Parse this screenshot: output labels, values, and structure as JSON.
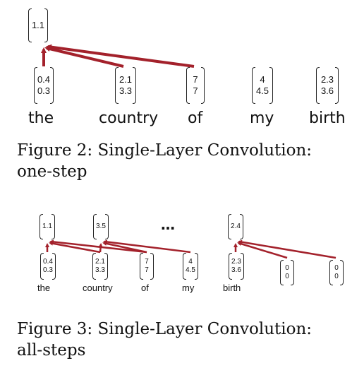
{
  "figure2": {
    "output": [
      "1.1"
    ],
    "inputs": [
      {
        "word": "the",
        "vector": [
          "0.4",
          "0.3"
        ]
      },
      {
        "word": "country",
        "vector": [
          "2.1",
          "3.3"
        ]
      },
      {
        "word": "of",
        "vector": [
          "7",
          "7"
        ]
      },
      {
        "word": "my",
        "vector": [
          "4",
          "4.5"
        ]
      },
      {
        "word": "birth",
        "vector": [
          "2.3",
          "3.6"
        ]
      }
    ],
    "caption_line1": "Figure 2: Single-Layer Convolution:",
    "caption_line2": "one-step"
  },
  "figure3": {
    "outputs": [
      "1.1",
      "3.5",
      "2.4"
    ],
    "ellipsis": "…",
    "inputs": [
      {
        "word": "the",
        "vector": [
          "0.4",
          "0.3"
        ]
      },
      {
        "word": "country",
        "vector": [
          "2.1",
          "3.3"
        ]
      },
      {
        "word": "of",
        "vector": [
          "7",
          "7"
        ]
      },
      {
        "word": "my",
        "vector": [
          "4",
          "4.5"
        ]
      },
      {
        "word": "birth",
        "vector": [
          "2.3",
          "3.6"
        ]
      }
    ],
    "padding": [
      [
        "0",
        "0"
      ],
      [
        "0",
        "0"
      ]
    ],
    "caption_line1": "Figure 3: Single-Layer Convolution:",
    "caption_line2": "all-steps"
  },
  "colors": {
    "arrow": "#a3212b",
    "bracket": "#222222"
  }
}
